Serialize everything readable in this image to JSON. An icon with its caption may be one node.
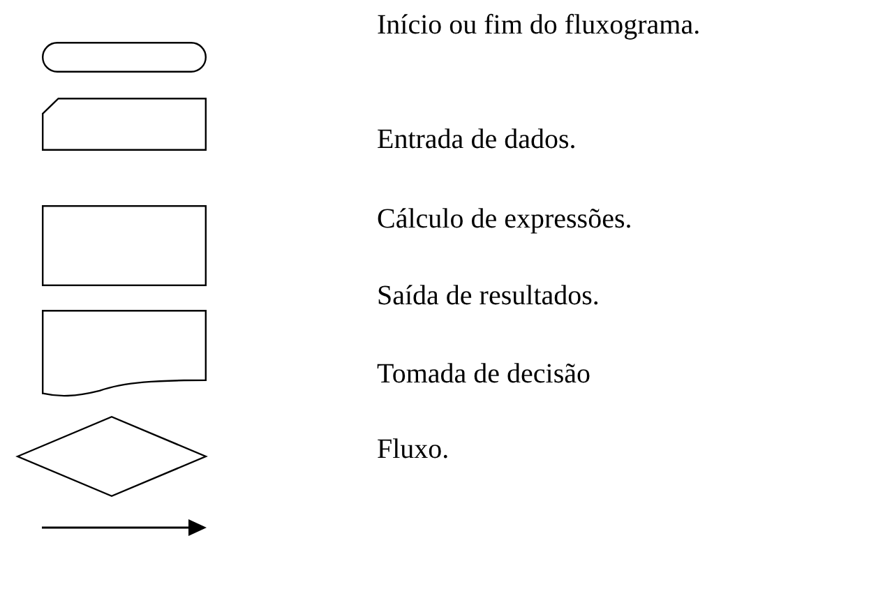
{
  "diagram": {
    "legend": [
      {
        "text": "Início ou fim do fluxograma."
      },
      {
        "text": "Entrada de dados."
      },
      {
        "text": "Cálculo de expressões."
      },
      {
        "text": "Saída de resultados."
      },
      {
        "text": "Tomada de decisão"
      },
      {
        "text": "Fluxo."
      }
    ]
  }
}
